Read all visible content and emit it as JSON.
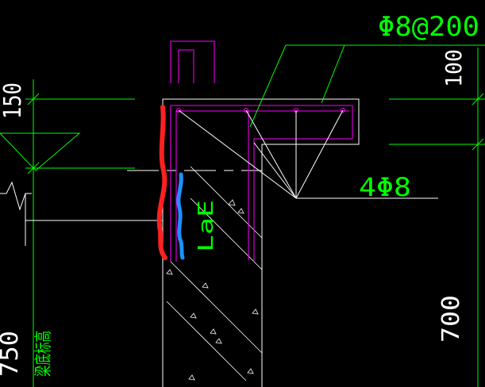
{
  "drawing": {
    "stirrup_spec": "Φ8@200",
    "rebar_callout": "4Φ8",
    "dim_top": "100",
    "dim_bottom": "700",
    "dim_left_top": "150",
    "dim_left_bottom": "750",
    "embed_label": "LaE",
    "elevation_label": "梁底标高"
  },
  "colors": {
    "background": "#000000",
    "dimension_green": "#00ff00",
    "text_green": "#00ff00",
    "outline_white": "#ffffff",
    "rebar_magenta": "#ff00ff",
    "markup_red": "#ff2020",
    "markup_blue": "#1e90ff"
  }
}
